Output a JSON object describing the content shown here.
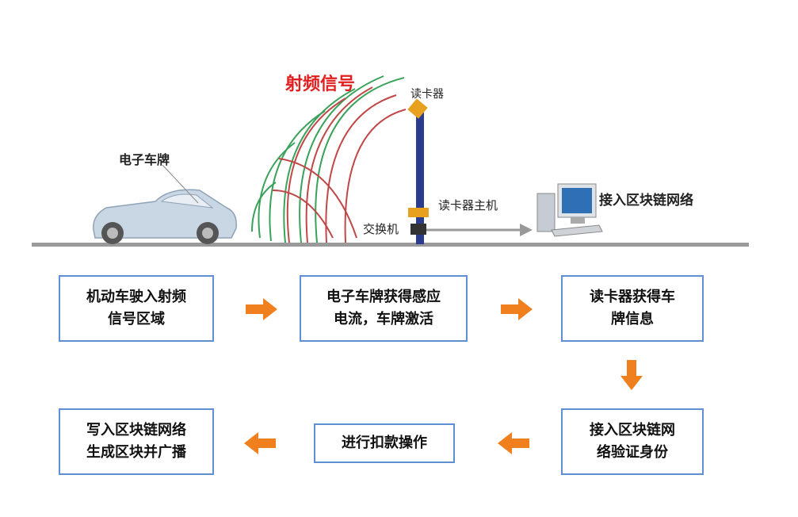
{
  "scene": {
    "rf_signal_label": "射频信号",
    "car_label": "电子车牌",
    "reader_label": "读卡器",
    "reader_host_label": "读卡器主机",
    "switch_label": "交换机",
    "network_label": "接入区块链网络",
    "colors": {
      "rf_text": "#e02020",
      "wave_red": "#c04848",
      "wave_green": "#3aa25a",
      "pole": "#2b3b8e",
      "ground": "#9a9a9a"
    }
  },
  "flow": {
    "steps": [
      {
        "line1": "机动车驶入射频",
        "line2": "信号区域"
      },
      {
        "line1": "电子车牌获得感应",
        "line2": "电流，车牌激活"
      },
      {
        "line1": "读卡器获得车",
        "line2": "牌信息"
      },
      {
        "line1": "接入区块链网",
        "line2": "络验证身份"
      },
      {
        "line1": "进行扣款操作",
        "line2": ""
      },
      {
        "line1": "写入区块链网络",
        "line2": "生成区块并广播"
      }
    ],
    "colors": {
      "box_border": "#5f8fd3",
      "arrow": "#f0801e"
    }
  }
}
